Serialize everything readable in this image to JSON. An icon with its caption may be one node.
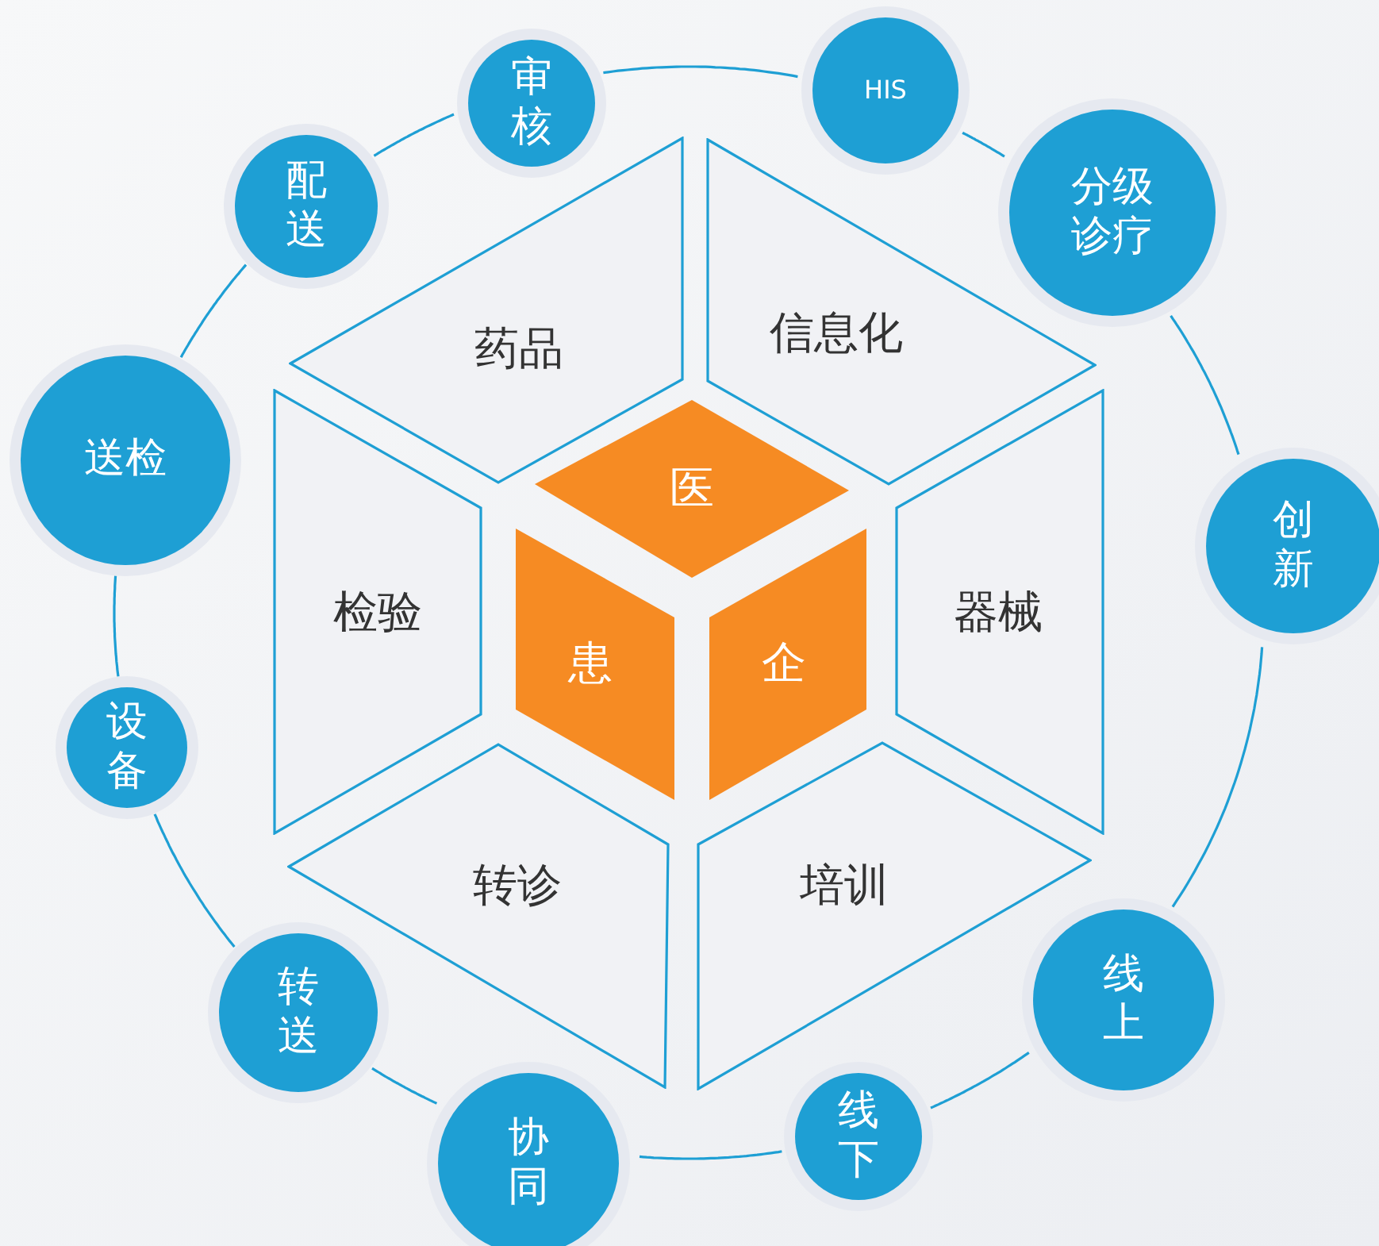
{
  "diagram": {
    "nodes": [
      {
        "text": [
          "配送"
        ]
      },
      {
        "text": [
          "审核"
        ]
      },
      {
        "text": [
          "HIS"
        ]
      },
      {
        "text": [
          "分级诊疗"
        ]
      },
      {
        "text": [
          "创新"
        ]
      },
      {
        "text": [
          "线上"
        ]
      },
      {
        "text": [
          "线下"
        ]
      },
      {
        "text": [
          "协同"
        ]
      },
      {
        "text": [
          "转送"
        ]
      },
      {
        "text": [
          "设备"
        ]
      },
      {
        "text": [
          "送检"
        ]
      },
      {
        "text": [
          "药品"
        ]
      },
      {
        "text": [
          "信息化"
        ]
      },
      {
        "text": [
          "检验"
        ]
      },
      {
        "text": [
          "器械"
        ]
      },
      {
        "text": [
          "转诊"
        ]
      },
      {
        "text": [
          "培训"
        ]
      },
      {
        "text": [
          "医"
        ]
      },
      {
        "text": [
          "患"
        ]
      },
      {
        "text": [
          "企"
        ]
      }
    ],
    "edges": [
      {
        "from": 0,
        "to": 1,
        "arrow": "none"
      },
      {
        "from": 1,
        "to": 2,
        "arrow": "none"
      },
      {
        "from": 2,
        "to": 3,
        "arrow": "none"
      },
      {
        "from": 3,
        "to": 4,
        "arrow": "none"
      },
      {
        "from": 4,
        "to": 5,
        "arrow": "none"
      },
      {
        "from": 5,
        "to": 6,
        "arrow": "none"
      },
      {
        "from": 6,
        "to": 7,
        "arrow": "none"
      },
      {
        "from": 7,
        "to": 8,
        "arrow": "none"
      },
      {
        "from": 8,
        "to": 9,
        "arrow": "none"
      },
      {
        "from": 9,
        "to": 10,
        "arrow": "none"
      },
      {
        "from": 10,
        "to": 0,
        "arrow": "none"
      }
    ]
  }
}
